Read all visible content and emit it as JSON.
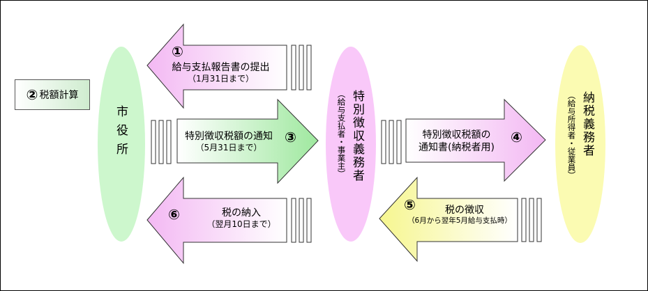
{
  "tax_calc": {
    "number": "②",
    "label": "税額計算"
  },
  "city_office": {
    "label": "市役所"
  },
  "withholder": {
    "label": "特別徴収義務者",
    "note": "（給与支払者・事業主）"
  },
  "taxpayer": {
    "label": "納税義務者",
    "note": "（給与所得者・従業員）"
  },
  "arrows": [
    {
      "number": "①",
      "label": "給与支払報告書の提出",
      "note": "（1月31日まで）"
    },
    {
      "number": "③",
      "label": "特別徴収税額の通知",
      "note": "（5月31日まで）"
    },
    {
      "number": "④",
      "label": "特別徴収税額の",
      "note": "通知書(納税者用)"
    },
    {
      "number": "⑤",
      "label": "税の徴収",
      "note": "（6月から翌年5月給与支払時）"
    },
    {
      "number": "⑥",
      "label": "税の納入",
      "note": "（翌月10日まで）"
    }
  ],
  "colors": {
    "pink_fill": "#f7c8f7",
    "green_fill": "#b5f0b5",
    "yellow_fill": "#fbfbb8",
    "ellipse_green": "#cdf7cd",
    "ellipse_pink": "#f9c8f9",
    "ellipse_yellow": "#fbfbb2"
  }
}
